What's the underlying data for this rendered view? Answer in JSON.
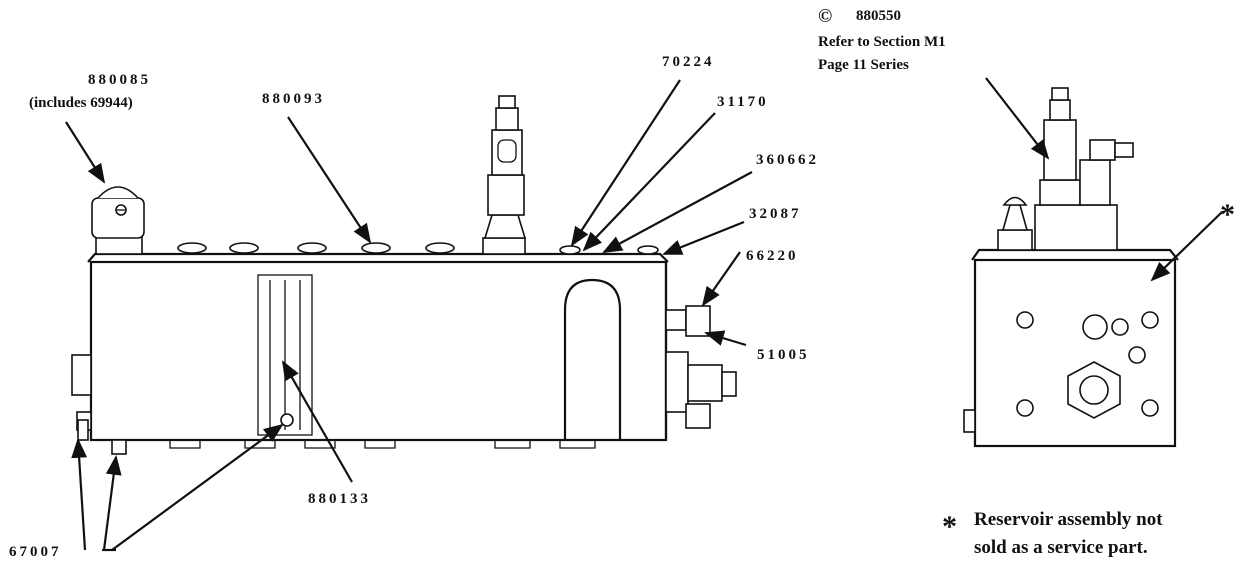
{
  "callouts": {
    "c880085": "880085",
    "c880085_note": "(includes 69944)",
    "c880093": "880093",
    "c70224": "70224",
    "c31170": "31170",
    "c360662": "360662",
    "c32087": "32087",
    "c66220": "66220",
    "c51005": "51005",
    "c880133": "880133",
    "c67007": "67007"
  },
  "right_view": {
    "copyright_symbol": "©",
    "part_number": "880550",
    "refer_line1": "Refer to Section M1",
    "refer_line2": "Page 11 Series",
    "asterisk": "*"
  },
  "footnote": {
    "asterisk": "*",
    "line1": "Reservoir assembly not",
    "line2": "sold as a service part."
  }
}
